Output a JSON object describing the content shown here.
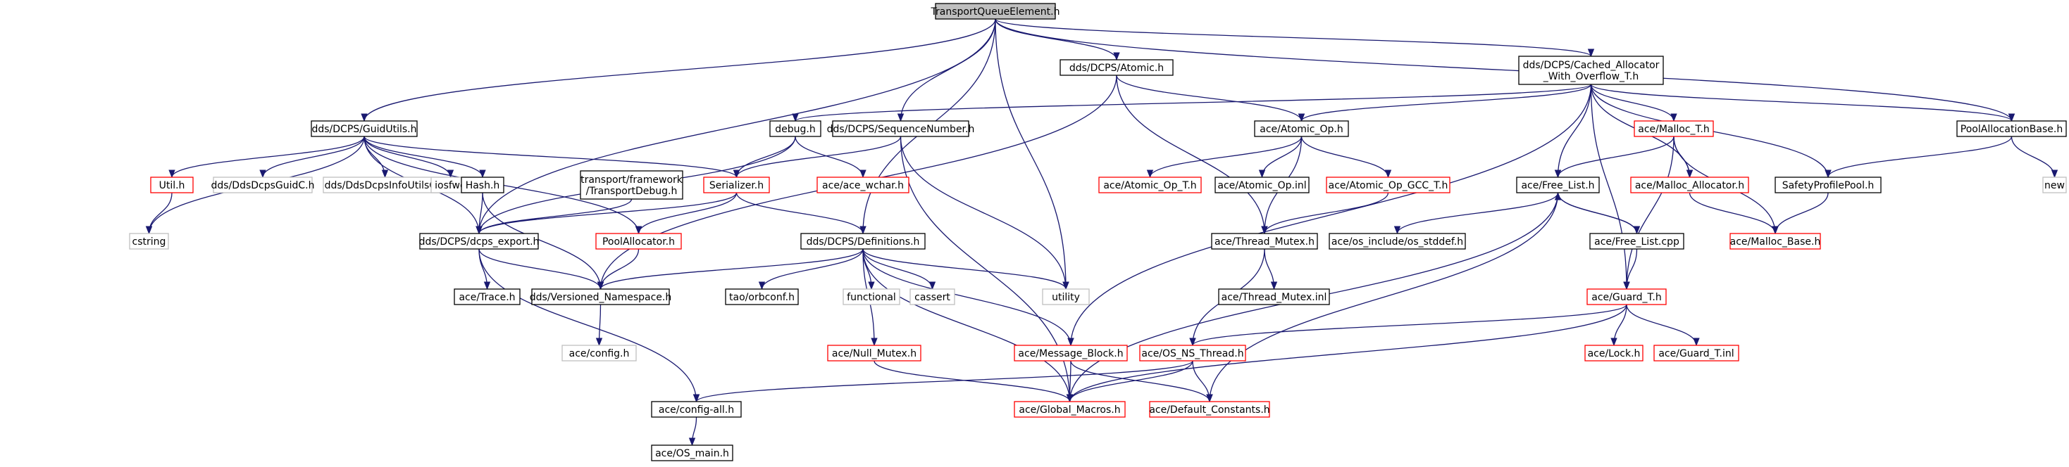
{
  "colors": {
    "root_fill": "#bfbfbf",
    "documented_border": "#000000",
    "incomplete_border": "#ff0000",
    "external_border": "#bfbfbf",
    "external_text": "#808080",
    "edge": "#191970"
  },
  "nodes": [
    {
      "id": "root",
      "label": "TransportQueueElement.h",
      "kind": "root"
    },
    {
      "id": "atomic",
      "label": "dds/DCPS/Atomic.h",
      "kind": "documented"
    },
    {
      "id": "cached",
      "label": "dds/DCPS/Cached_Allocator\n_With_Overflow_T.h",
      "kind": "documented"
    },
    {
      "id": "guidutils",
      "label": "dds/DCPS/GuidUtils.h",
      "kind": "documented"
    },
    {
      "id": "debug",
      "label": "debug.h",
      "kind": "documented"
    },
    {
      "id": "seqnum",
      "label": "dds/DCPS/SequenceNumber.h",
      "kind": "documented"
    },
    {
      "id": "atomic_op",
      "label": "ace/Atomic_Op.h",
      "kind": "documented"
    },
    {
      "id": "malloc_t",
      "label": "ace/Malloc_T.h",
      "kind": "incomplete"
    },
    {
      "id": "poolalloc",
      "label": "PoolAllocationBase.h",
      "kind": "documented"
    },
    {
      "id": "util",
      "label": "Util.h",
      "kind": "incomplete"
    },
    {
      "id": "guidc",
      "label": "dds/DdsDcpsGuidC.h",
      "kind": "external"
    },
    {
      "id": "infoutilsc",
      "label": "dds/DdsDcpsInfoUtilsC.h",
      "kind": "external"
    },
    {
      "id": "iosfwd",
      "label": "iosfwd",
      "kind": "external"
    },
    {
      "id": "hash",
      "label": "Hash.h",
      "kind": "documented"
    },
    {
      "id": "transportdebug",
      "label": "transport/framework\n/TransportDebug.h",
      "kind": "documented"
    },
    {
      "id": "serializer",
      "label": "Serializer.h",
      "kind": "incomplete"
    },
    {
      "id": "ace_wchar",
      "label": "ace/ace_wchar.h",
      "kind": "incomplete"
    },
    {
      "id": "atomic_op_t",
      "label": "ace/Atomic_Op_T.h",
      "kind": "incomplete"
    },
    {
      "id": "atomic_op_inl",
      "label": "ace/Atomic_Op.inl",
      "kind": "documented"
    },
    {
      "id": "atomic_op_gcc",
      "label": "ace/Atomic_Op_GCC_T.h",
      "kind": "incomplete"
    },
    {
      "id": "free_list",
      "label": "ace/Free_List.h",
      "kind": "documented"
    },
    {
      "id": "malloc_alloc",
      "label": "ace/Malloc_Allocator.h",
      "kind": "incomplete"
    },
    {
      "id": "safety",
      "label": "SafetyProfilePool.h",
      "kind": "documented"
    },
    {
      "id": "new",
      "label": "new",
      "kind": "external"
    },
    {
      "id": "cstring",
      "label": "cstring",
      "kind": "external"
    },
    {
      "id": "dcps_export",
      "label": "dds/DCPS/dcps_export.h",
      "kind": "documented"
    },
    {
      "id": "poolallocator",
      "label": "PoolAllocator.h",
      "kind": "incomplete"
    },
    {
      "id": "definitions",
      "label": "dds/DCPS/Definitions.h",
      "kind": "documented"
    },
    {
      "id": "thread_mutex",
      "label": "ace/Thread_Mutex.h",
      "kind": "documented"
    },
    {
      "id": "os_stddef",
      "label": "ace/os_include/os_stddef.h",
      "kind": "documented"
    },
    {
      "id": "free_list_cpp",
      "label": "ace/Free_List.cpp",
      "kind": "documented"
    },
    {
      "id": "malloc_base",
      "label": "ace/Malloc_Base.h",
      "kind": "incomplete"
    },
    {
      "id": "trace",
      "label": "ace/Trace.h",
      "kind": "documented"
    },
    {
      "id": "versioned",
      "label": "dds/Versioned_Namespace.h",
      "kind": "documented"
    },
    {
      "id": "orbconf",
      "label": "tao/orbconf.h",
      "kind": "documented"
    },
    {
      "id": "functional",
      "label": "functional",
      "kind": "external"
    },
    {
      "id": "cassert",
      "label": "cassert",
      "kind": "external"
    },
    {
      "id": "utility",
      "label": "utility",
      "kind": "external"
    },
    {
      "id": "thread_mutex_inl",
      "label": "ace/Thread_Mutex.inl",
      "kind": "documented"
    },
    {
      "id": "guard_t",
      "label": "ace/Guard_T.h",
      "kind": "incomplete"
    },
    {
      "id": "ace_config",
      "label": "ace/config.h",
      "kind": "external"
    },
    {
      "id": "null_mutex",
      "label": "ace/Null_Mutex.h",
      "kind": "incomplete"
    },
    {
      "id": "message_block",
      "label": "ace/Message_Block.h",
      "kind": "incomplete"
    },
    {
      "id": "os_ns_thread",
      "label": "ace/OS_NS_Thread.h",
      "kind": "incomplete"
    },
    {
      "id": "lock",
      "label": "ace/Lock.h",
      "kind": "incomplete"
    },
    {
      "id": "guard_t_inl",
      "label": "ace/Guard_T.inl",
      "kind": "incomplete"
    },
    {
      "id": "config_all",
      "label": "ace/config-all.h",
      "kind": "documented"
    },
    {
      "id": "global_macros",
      "label": "ace/Global_Macros.h",
      "kind": "incomplete"
    },
    {
      "id": "default_constants",
      "label": "ace/Default_Constants.h",
      "kind": "incomplete"
    },
    {
      "id": "os_main",
      "label": "ace/OS_main.h",
      "kind": "documented"
    }
  ],
  "edges": [
    [
      "root",
      "atomic"
    ],
    [
      "root",
      "cached"
    ],
    [
      "root",
      "guidutils"
    ],
    [
      "root",
      "seqnum"
    ],
    [
      "root",
      "dcps_export"
    ],
    [
      "root",
      "definitions"
    ],
    [
      "root",
      "utility"
    ],
    [
      "root",
      "poolalloc"
    ],
    [
      "atomic",
      "atomic_op"
    ],
    [
      "atomic",
      "thread_mutex"
    ],
    [
      "atomic",
      "versioned"
    ],
    [
      "cached",
      "debug"
    ],
    [
      "cached",
      "atomic_op"
    ],
    [
      "cached",
      "malloc_t"
    ],
    [
      "cached",
      "free_list"
    ],
    [
      "cached",
      "malloc_alloc"
    ],
    [
      "cached",
      "safety"
    ],
    [
      "cached",
      "poolalloc"
    ],
    [
      "cached",
      "guard_t"
    ],
    [
      "cached",
      "message_block"
    ],
    [
      "guidutils",
      "util"
    ],
    [
      "guidutils",
      "guidc"
    ],
    [
      "guidutils",
      "infoutilsc"
    ],
    [
      "guidutils",
      "iosfwd"
    ],
    [
      "guidutils",
      "hash"
    ],
    [
      "guidutils",
      "serializer"
    ],
    [
      "guidutils",
      "dcps_export"
    ],
    [
      "guidutils",
      "poolallocator"
    ],
    [
      "guidutils",
      "cstring"
    ],
    [
      "debug",
      "dcps_export"
    ],
    [
      "debug",
      "ace_wchar"
    ],
    [
      "debug",
      "serializer"
    ],
    [
      "seqnum",
      "serializer"
    ],
    [
      "seqnum",
      "utility"
    ],
    [
      "seqnum",
      "global_macros"
    ],
    [
      "atomic_op",
      "atomic_op_t"
    ],
    [
      "atomic_op",
      "atomic_op_inl"
    ],
    [
      "atomic_op",
      "atomic_op_gcc"
    ],
    [
      "atomic_op",
      "thread_mutex"
    ],
    [
      "atomic_op_gcc",
      "thread_mutex"
    ],
    [
      "malloc_t",
      "free_list"
    ],
    [
      "malloc_t",
      "malloc_alloc"
    ],
    [
      "malloc_t",
      "malloc_base"
    ],
    [
      "malloc_t",
      "guard_t"
    ],
    [
      "poolalloc",
      "safety"
    ],
    [
      "poolalloc",
      "new"
    ],
    [
      "safety",
      "malloc_base"
    ],
    [
      "malloc_alloc",
      "malloc_base"
    ],
    [
      "util",
      "cstring"
    ],
    [
      "hash",
      "dcps_export"
    ],
    [
      "hash",
      "versioned"
    ],
    [
      "transportdebug",
      "dcps_export"
    ],
    [
      "serializer",
      "dcps_export"
    ],
    [
      "serializer",
      "poolallocator"
    ],
    [
      "serializer",
      "definitions"
    ],
    [
      "poolallocator",
      "versioned"
    ],
    [
      "dcps_export",
      "trace"
    ],
    [
      "dcps_export",
      "versioned"
    ],
    [
      "dcps_export",
      "config_all"
    ],
    [
      "definitions",
      "versioned"
    ],
    [
      "definitions",
      "orbconf"
    ],
    [
      "definitions",
      "functional"
    ],
    [
      "definitions",
      "cassert"
    ],
    [
      "definitions",
      "utility"
    ],
    [
      "definitions",
      "null_mutex"
    ],
    [
      "definitions",
      "message_block"
    ],
    [
      "definitions",
      "global_macros"
    ],
    [
      "free_list",
      "os_stddef"
    ],
    [
      "free_list",
      "free_list_cpp"
    ],
    [
      "free_list",
      "global_macros"
    ],
    [
      "free_list",
      "default_constants"
    ],
    [
      "free_list_cpp",
      "free_list"
    ],
    [
      "free_list_cpp",
      "guard_t"
    ],
    [
      "thread_mutex",
      "thread_mutex_inl"
    ],
    [
      "thread_mutex",
      "os_ns_thread"
    ],
    [
      "versioned",
      "ace_config"
    ],
    [
      "guard_t",
      "lock"
    ],
    [
      "guard_t",
      "guard_t_inl"
    ],
    [
      "guard_t",
      "os_ns_thread"
    ],
    [
      "guard_t",
      "global_macros"
    ],
    [
      "null_mutex",
      "global_macros"
    ],
    [
      "message_block",
      "global_macros"
    ],
    [
      "message_block",
      "default_constants"
    ],
    [
      "os_ns_thread",
      "config_all"
    ],
    [
      "os_ns_thread",
      "global_macros"
    ],
    [
      "os_ns_thread",
      "default_constants"
    ],
    [
      "config_all",
      "os_main"
    ]
  ]
}
